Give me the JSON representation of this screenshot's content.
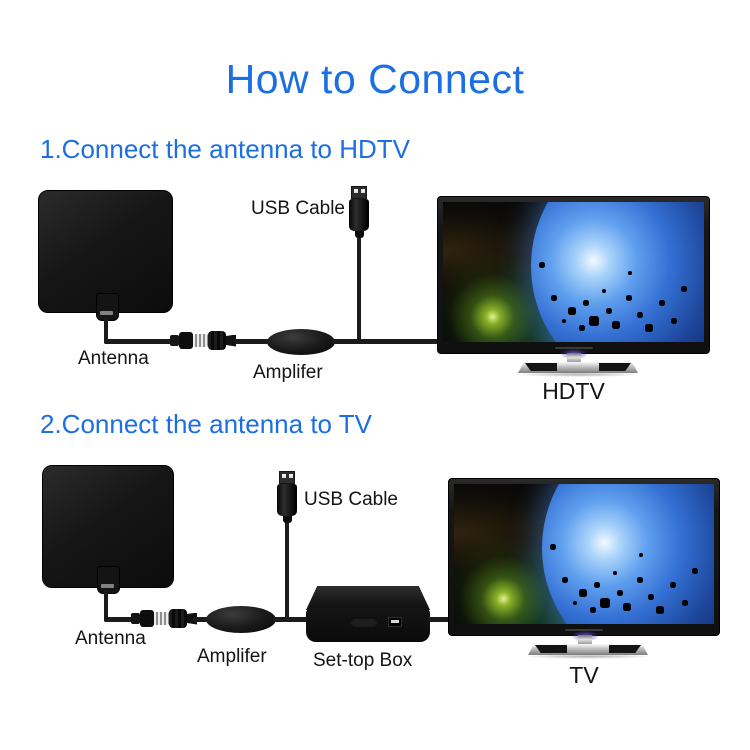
{
  "colors": {
    "accent_blue": "#1c6fe3",
    "label_text": "#141414",
    "background": "#ffffff"
  },
  "title": "How to Connect",
  "sections": [
    {
      "heading": "1.Connect the antenna to HDTV",
      "labels": {
        "usb_cable": "USB Cable",
        "antenna": "Antenna",
        "amplifier": "Amplifer",
        "device": "HDTV"
      }
    },
    {
      "heading": "2.Connect the antenna to TV",
      "labels": {
        "usb_cable": "USB Cable",
        "antenna": "Antenna",
        "amplifier": "Amplifer",
        "set_top_box": "Set-top Box",
        "device": "TV"
      }
    }
  ]
}
